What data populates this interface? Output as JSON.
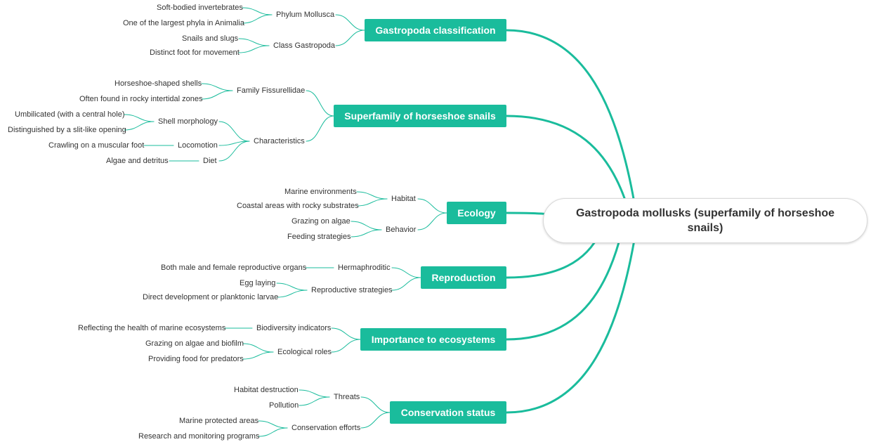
{
  "root": {
    "label": "Gastropoda mollusks (superfamily of horseshoe snails)"
  },
  "colors": {
    "branch": "#1abc9c",
    "line": "#1abc9c",
    "text": "#333333"
  },
  "branches": [
    {
      "label": "Gastropoda classification",
      "children": [
        {
          "label": "Phylum Mollusca",
          "children": [
            {
              "label": "Soft-bodied invertebrates"
            },
            {
              "label": "One of the largest phyla in Animalia"
            }
          ]
        },
        {
          "label": "Class Gastropoda",
          "children": [
            {
              "label": "Snails and slugs"
            },
            {
              "label": "Distinct foot for movement"
            }
          ]
        }
      ]
    },
    {
      "label": "Superfamily of horseshoe snails",
      "children": [
        {
          "label": "Family Fissurellidae",
          "children": [
            {
              "label": "Horseshoe-shaped shells"
            },
            {
              "label": "Often found in rocky intertidal zones"
            }
          ]
        },
        {
          "label": "Characteristics",
          "children": [
            {
              "label": "Shell morphology",
              "children": [
                {
                  "label": "Umbilicated (with a central hole)"
                },
                {
                  "label": "Distinguished by a slit-like opening"
                }
              ]
            },
            {
              "label": "Locomotion",
              "children": [
                {
                  "label": "Crawling on a muscular foot"
                }
              ]
            },
            {
              "label": "Diet",
              "children": [
                {
                  "label": "Algae and detritus"
                }
              ]
            }
          ]
        }
      ]
    },
    {
      "label": "Ecology",
      "children": [
        {
          "label": "Habitat",
          "children": [
            {
              "label": "Marine environments"
            },
            {
              "label": "Coastal areas with rocky substrates"
            }
          ]
        },
        {
          "label": "Behavior",
          "children": [
            {
              "label": "Grazing on algae"
            },
            {
              "label": "Feeding strategies"
            }
          ]
        }
      ]
    },
    {
      "label": "Reproduction",
      "children": [
        {
          "label": "Hermaphroditic",
          "children": [
            {
              "label": "Both male and female reproductive organs"
            }
          ]
        },
        {
          "label": "Reproductive strategies",
          "children": [
            {
              "label": "Egg laying"
            },
            {
              "label": "Direct development or planktonic larvae"
            }
          ]
        }
      ]
    },
    {
      "label": "Importance to ecosystems",
      "children": [
        {
          "label": "Biodiversity indicators",
          "children": [
            {
              "label": "Reflecting the health of marine ecosystems"
            }
          ]
        },
        {
          "label": "Ecological roles",
          "children": [
            {
              "label": "Grazing on algae and biofilm"
            },
            {
              "label": "Providing food for predators"
            }
          ]
        }
      ]
    },
    {
      "label": "Conservation status",
      "children": [
        {
          "label": "Threats",
          "children": [
            {
              "label": "Habitat destruction"
            },
            {
              "label": "Pollution"
            }
          ]
        },
        {
          "label": "Conservation efforts",
          "children": [
            {
              "label": "Marine protected areas"
            },
            {
              "label": "Research and monitoring programs"
            }
          ]
        }
      ]
    }
  ]
}
